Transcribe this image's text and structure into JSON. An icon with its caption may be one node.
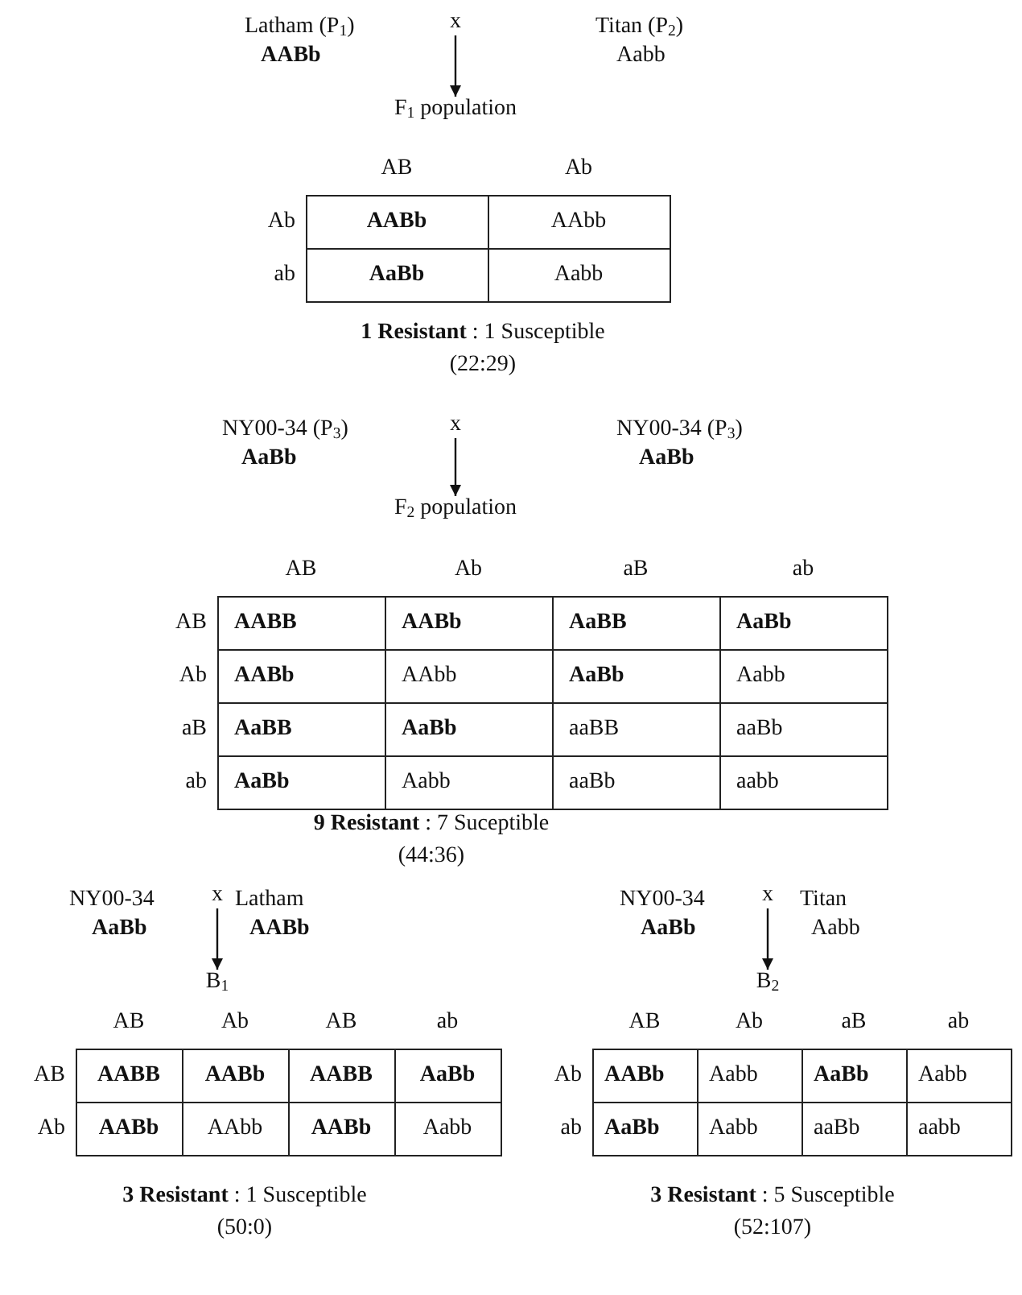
{
  "diagram": {
    "nodes": [
      {
        "text": [
          "x"
        ]
      },
      {
        "text": [
          "F$_{1}$ population"
        ]
      },
      {
        "text": [
          "x"
        ]
      },
      {
        "text": [
          "F$_{2}$ population"
        ]
      },
      {
        "text": [
          "x"
        ]
      },
      {
        "text": [
          "B$_{1}$"
        ]
      },
      {
        "text": [
          "x"
        ]
      },
      {
        "text": [
          "B$_{2}$"
        ]
      }
    ],
    "edges": [
      {
        "from": 0,
        "to": 1,
        "arrow": "to"
      },
      {
        "from": 2,
        "to": 3,
        "arrow": "to"
      },
      {
        "from": 4,
        "to": 5,
        "arrow": "to"
      },
      {
        "from": 6,
        "to": 7,
        "arrow": "to"
      }
    ],
    "labels": [
      "Latham (P$_{1}$)",
      "AABb",
      "Titan (P$_{2}$)",
      "Aabb",
      "AB",
      "Ab",
      "Ab",
      "AABb",
      "AAbb",
      "ab",
      "AaBb",
      "Aabb",
      "**1 Resistant** : 1 Susceptible",
      "(22:29)",
      "NY00-34 (P$_{3}$)",
      "AaBb",
      "NY00-34 (P$_{3}$)",
      "AaBb",
      "AB",
      "Ab",
      "aB",
      "ab",
      "AB",
      "AABB",
      "AABb",
      "AaBB",
      "AaBb",
      "Ab",
      "AABb",
      "AAbb",
      "AaBb",
      "Aabb",
      "aB",
      "AaBB",
      "AaBb",
      "aaBB",
      "aaBb",
      "ab",
      "AaBb",
      "Aabb",
      "aaBb",
      "aabb",
      "**9 Resistant** : 7 Suceptible",
      "(44:36)",
      "NY00-34",
      "AaBb",
      "Latham",
      "AABb",
      "AB",
      "Ab",
      "AB",
      "ab",
      "AB",
      "AABB",
      "AABb",
      "AABB",
      "AaBb",
      "Ab",
      "AABb",
      "AAbb",
      "AABb",
      "Aabb",
      "**3 Resistant** : 1 Susceptible",
      "(50:0)",
      "NY00-34",
      "AaBb",
      "Titan",
      "Aabb",
      "AB",
      "Ab",
      "aB",
      "ab",
      "Ab",
      "AABb",
      "Aabb",
      "AaBb",
      "Aabb",
      "ab",
      "AaBb",
      "Aabb",
      "aaBb",
      "aabb",
      "**3 Resistant** : 5 Susceptible",
      "(52:107)"
    ]
  }
}
